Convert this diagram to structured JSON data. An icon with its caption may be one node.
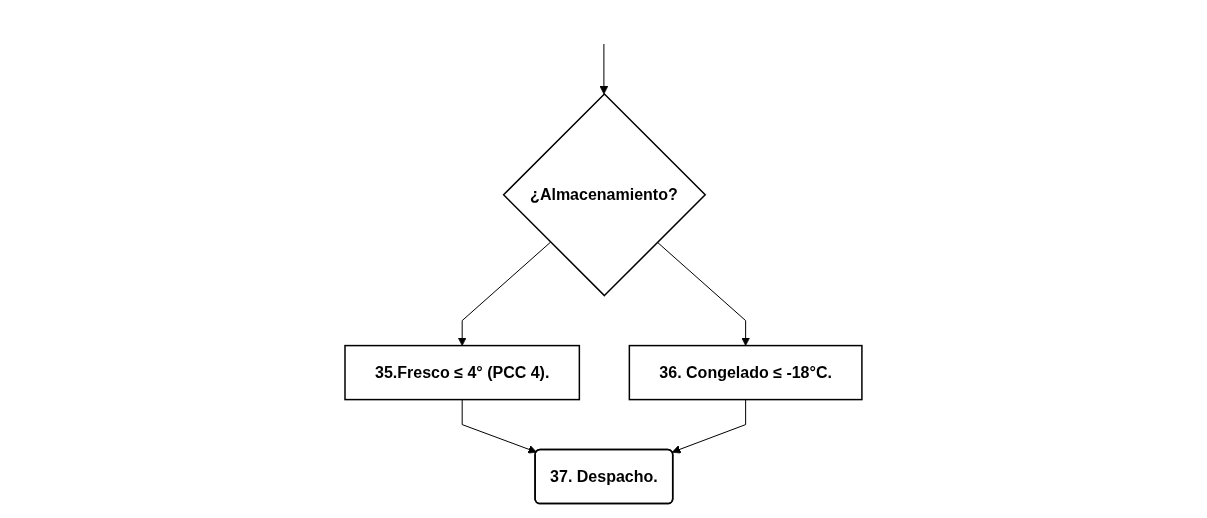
{
  "diagram": {
    "nodes": [
      {
        "text": [
          "¿Almacenamiento?"
        ]
      },
      {
        "text": [
          "35.Fresco ≤ 4° (PCC 4)."
        ]
      },
      {
        "text": [
          "36. Congelado ≤ -18°C."
        ]
      },
      {
        "text": [
          "37. Despacho."
        ]
      }
    ],
    "edges": [
      {
        "from": null,
        "to": 0,
        "arrow": "to"
      },
      {
        "from": 0,
        "to": 1,
        "arrow": "to"
      },
      {
        "from": 0,
        "to": 2,
        "arrow": "to"
      },
      {
        "from": 1,
        "to": 3,
        "arrow": "to"
      },
      {
        "from": 2,
        "to": 3,
        "arrow": "to"
      }
    ]
  }
}
